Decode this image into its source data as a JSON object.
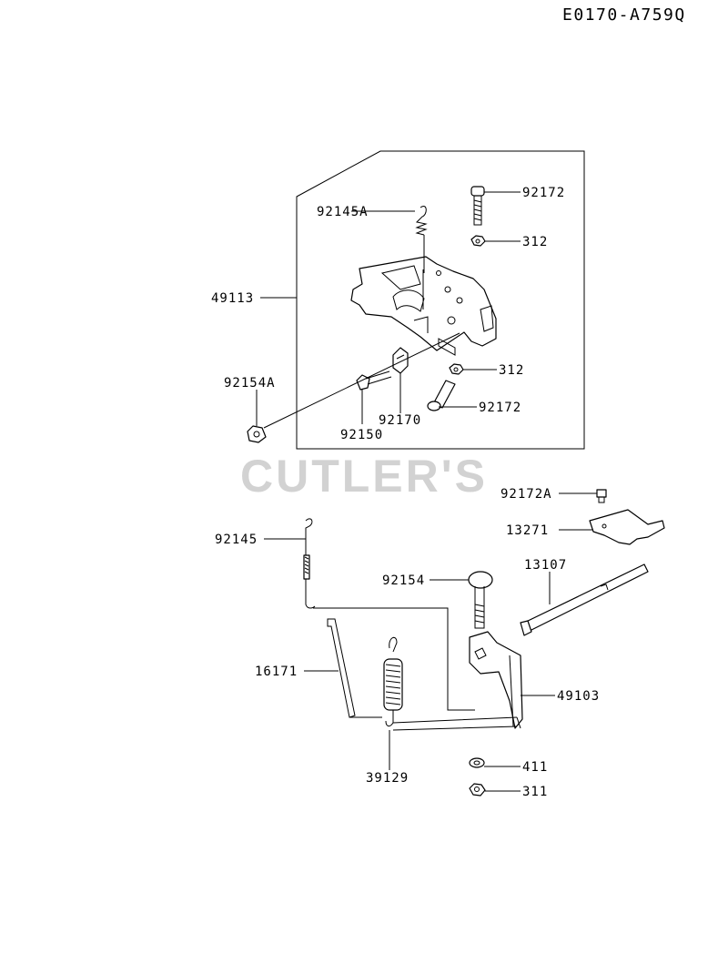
{
  "diagram_code": "E0170-A759Q",
  "watermark": "CUTLER'S",
  "labels": {
    "p92172_top": "92172",
    "p92145A": "92145A",
    "p312_top": "312",
    "p49113": "49113",
    "p312_mid": "312",
    "p92154A": "92154A",
    "p92172_mid": "92172",
    "p92170": "92170",
    "p92150": "92150",
    "p92172A": "92172A",
    "p13271": "13271",
    "p92145": "92145",
    "p13107": "13107",
    "p92154": "92154",
    "p16171": "16171",
    "p49103": "49103",
    "p411": "411",
    "p39129": "39129",
    "p311": "311"
  }
}
